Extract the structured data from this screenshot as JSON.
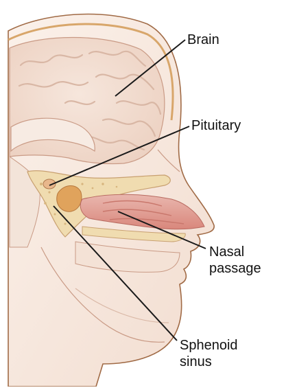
{
  "labels": {
    "brain": "Brain",
    "pituitary": "Pituitary",
    "nasal_passage": [
      "Nasal",
      "passage"
    ],
    "sphenoid_sinus": [
      "Sphenoid",
      "sinus"
    ]
  },
  "colors": {
    "skin_outline": "#a06a45",
    "skin_fill": "#f7e8de",
    "brain_fill": "#f3dfd3",
    "brain_gyri": "#d9b7a5",
    "bone": "#f0dcb0",
    "sinus_cavity": "#e0a35c",
    "nasal_cavity": "#e4a59c",
    "leader_line": "#1a1a1a"
  }
}
